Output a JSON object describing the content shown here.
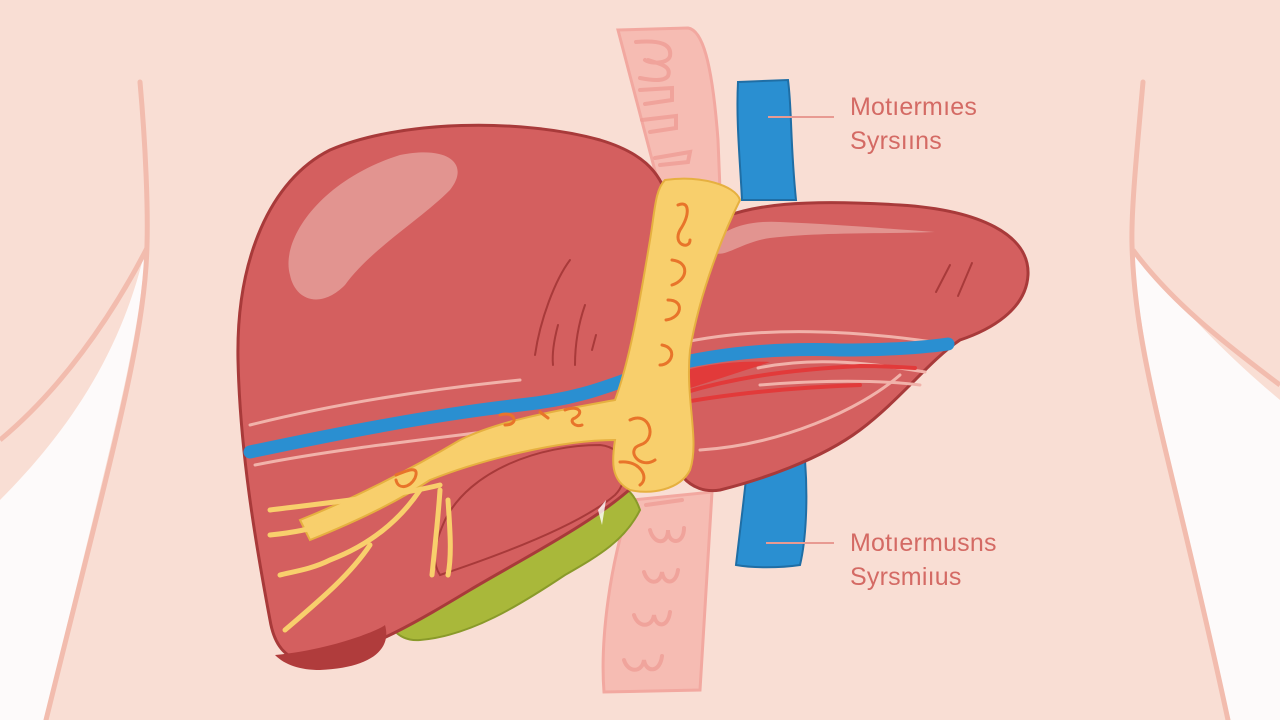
{
  "diagram": {
    "subject": "liver anatomy illustration",
    "colors": {
      "background": "#f9ded4",
      "body_outline": "#f2bcae",
      "liver": "#d45f5f",
      "liver_outline": "#a83a3a",
      "liver_highlight": "#e39a96",
      "liver_shadow": "#b8403e",
      "bile_duct": "#f8cf6c",
      "bile_detail": "#e8742a",
      "vein": "#2a8fd1",
      "artery": "#e23a3a",
      "gallbladder": "#a9b83a",
      "spine": "#f6b9b1",
      "label_text": "#d46a64"
    },
    "labels": [
      {
        "line1": "Motıermıes",
        "line2": "Syrsııns"
      },
      {
        "line1": "Motıermusns",
        "line2": "Syrsmiıus"
      }
    ]
  }
}
